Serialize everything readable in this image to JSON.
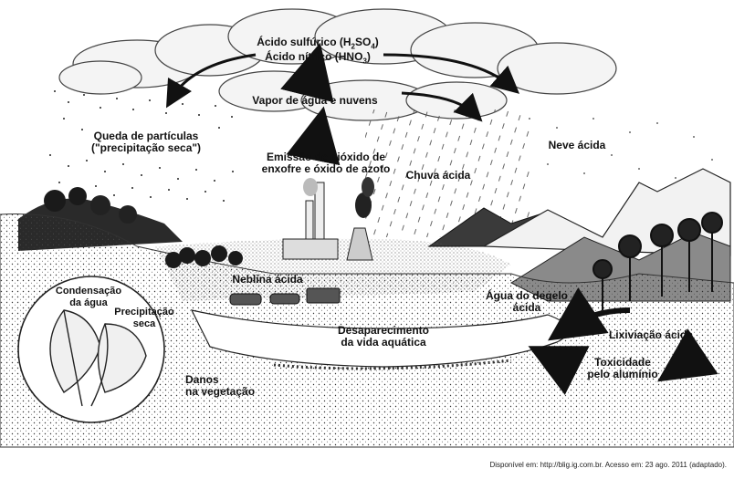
{
  "labels": {
    "acid_sulfuric_prefix": "Ácido sulfúrico (H",
    "acid_sulfuric_sub1": "2",
    "acid_sulfuric_mid": "SO",
    "acid_sulfuric_sub2": "4",
    "acid_sulfuric_suffix": ")",
    "acid_nitric_prefix": "Ácido nítrico (HNO",
    "acid_nitric_sub": "3",
    "acid_nitric_suffix": ")",
    "water_vapor": "Vapor de água e nuvens",
    "dry_deposition_line1": "Queda de partículas",
    "dry_deposition_line2": "(\"precipitação seca\")",
    "emission_line1": "Emissão de dióxido de",
    "emission_line2": "enxofre e óxido de azoto",
    "acid_rain": "Chuva ácida",
    "acid_snow": "Neve ácida",
    "acid_fog": "Neblina ácida",
    "meltwater_line1": "Água do degelo",
    "meltwater_line2": "ácida",
    "aquatic_line1": "Desaparecimento",
    "aquatic_line2": "da vida aquática",
    "acid_leaching": "Lixiviação ácida",
    "aluminum_line1": "Toxicidade",
    "aluminum_line2": "pelo alumínio",
    "condensation_line1": "Condensação",
    "condensation_line2": "da água",
    "precipitation_line1": "Precipitação",
    "precipitation_line2": "seca",
    "vegetation_line1": "Danos",
    "vegetation_line2": "na vegetação"
  },
  "source_text": "Disponível em: http://blig.ig.com.br. Acesso em: 23 ago. 2011 (adaptado).",
  "colors": {
    "ink": "#111111",
    "paper": "#ffffff",
    "shade": "#9a9a9a",
    "dark": "#2a2a2a"
  }
}
